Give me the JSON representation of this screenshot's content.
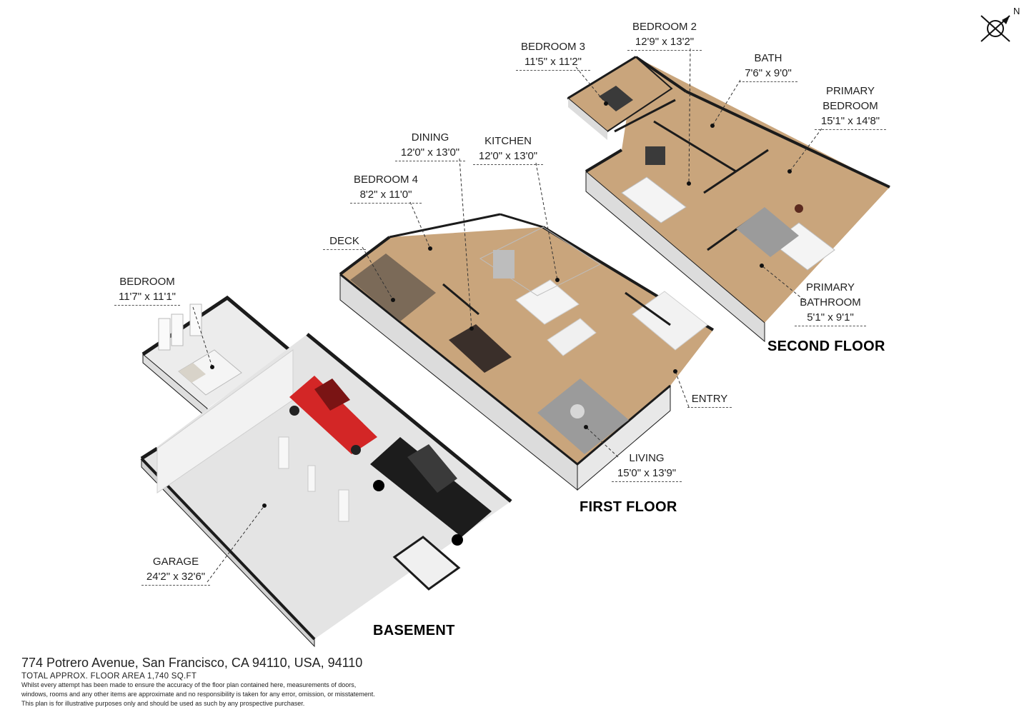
{
  "address": "774 Potrero Avenue, San Francisco, CA 94110, USA, 94110",
  "total_area": "TOTAL APPROX. FLOOR AREA 1,740 SQ.FT",
  "disclaimer": [
    "Whilst every attempt has been made to ensure the accuracy of the floor plan contained here, measurements of doors,",
    "windows, rooms and any other items are approximate and no responsibility is taken for any error, omission, or misstatement.",
    "This plan is for illustrative purposes only and should be used as such by any prospective purchaser."
  ],
  "compass": "N",
  "floors": [
    {
      "title": "BASEMENT"
    },
    {
      "title": "FIRST FLOOR"
    },
    {
      "title": "SECOND FLOOR"
    }
  ],
  "rooms": [
    {
      "name": "BEDROOM",
      "dims": "11'7\" x 11'1\""
    },
    {
      "name": "GARAGE",
      "dims": "24'2\" x 32'6\""
    },
    {
      "name": "DECK",
      "dims": ""
    },
    {
      "name": "BEDROOM 4",
      "dims": "8'2\" x 11'0\""
    },
    {
      "name": "DINING",
      "dims": "12'0\" x 13'0\""
    },
    {
      "name": "KITCHEN",
      "dims": "12'0\" x 13'0\""
    },
    {
      "name": "ENTRY",
      "dims": ""
    },
    {
      "name": "LIVING",
      "dims": "15'0\" x 13'9\""
    },
    {
      "name": "BEDROOM 3",
      "dims": "11'5\" x 11'2\""
    },
    {
      "name": "BEDROOM 2",
      "dims": "12'9\" x 13'2\""
    },
    {
      "name": "BATH",
      "dims": "7'6\" x 9'0\""
    },
    {
      "name": "PRIMARY BEDROOM",
      "dims": "15'1\" x 14'8\""
    },
    {
      "name": "PRIMARY BATHROOM",
      "dims": "5'1\" x 9'1\""
    }
  ],
  "colors": {
    "wall_top": "#1b1b1b",
    "wall_face": "#eeeeee",
    "wall_side": "#d9d9d9",
    "garage_floor": "#e4e4e4",
    "wood_floor": "#c9a57c",
    "rug": "#9b9b9b",
    "car_red": "#d32626",
    "car_black": "#1c1c1c"
  }
}
